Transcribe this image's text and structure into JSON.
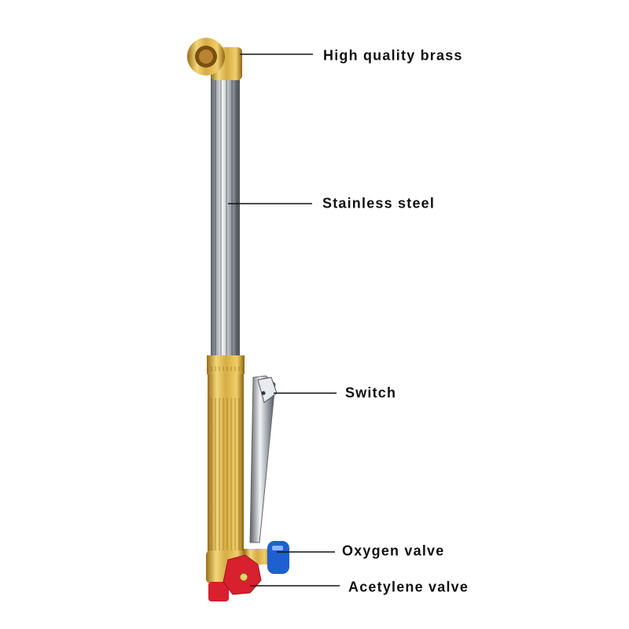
{
  "callouts": [
    {
      "id": "brass",
      "text": "High quality brass"
    },
    {
      "id": "steel",
      "text": "Stainless steel"
    },
    {
      "id": "switch",
      "text": "Switch"
    },
    {
      "id": "oxygen",
      "text": "Oxygen valve"
    },
    {
      "id": "acetylene",
      "text": "Acetylene valve"
    }
  ],
  "colors": {
    "brass": "#d9b24a",
    "brass_dark": "#a57a1e",
    "steel": "#c8ccd2",
    "oxygen_knob": "#1f5fd0",
    "acetylene_knob": "#d8202e",
    "line": "#111111"
  }
}
